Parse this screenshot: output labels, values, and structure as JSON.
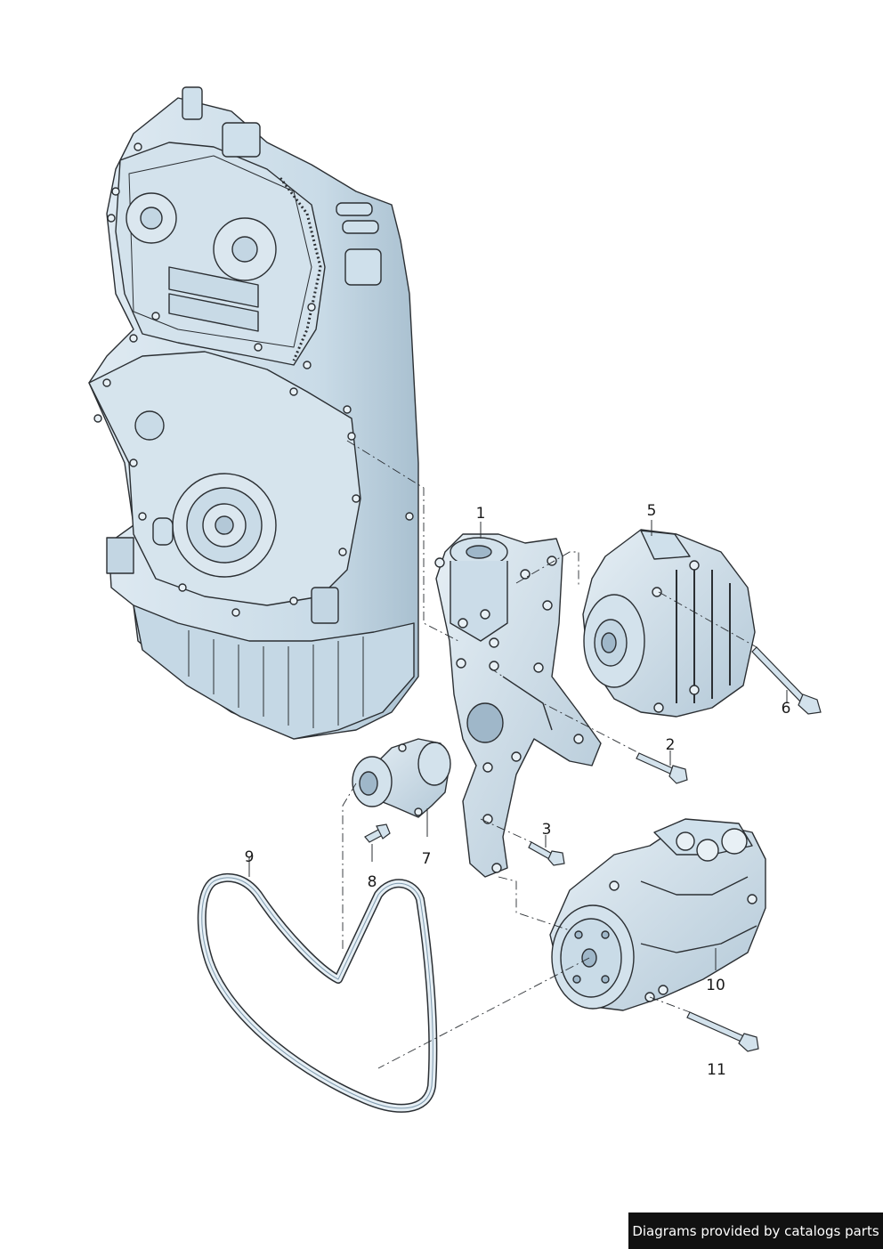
{
  "callouts": {
    "c1": "1",
    "c2": "2",
    "c3": "3",
    "c5": "5",
    "c6": "6",
    "c7": "7",
    "c8": "8",
    "c9": "9",
    "c10": "10",
    "c11": "11"
  },
  "credit": "Diagrams provided by catalogs parts",
  "colors": {
    "part_fill": "#d9e6ef",
    "part_shade": "#b7cbd9",
    "outline": "#2b2f33",
    "background": "#ffffff"
  }
}
